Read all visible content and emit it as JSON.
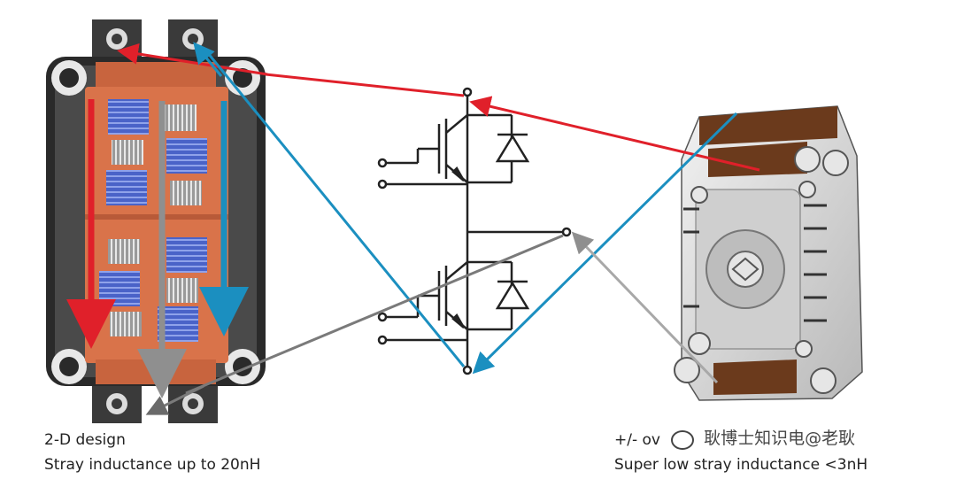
{
  "left_caption": {
    "line1": "2-D design",
    "line2": "Stray inductance up to 20nH"
  },
  "right_caption": {
    "line1": "+/- ov",
    "line2": "Super low stray inductance <3nH"
  },
  "watermark": "耿博士知识电@老耿",
  "colors": {
    "red_path": "#e0202a",
    "blue_path": "#1b8fc0",
    "gray_path": "#8f8f8f",
    "substrate": "#d9734a",
    "chip": "#4a63c8",
    "module_frame": "#2a2a2a",
    "copper_terminal": "#6b3a1c"
  }
}
